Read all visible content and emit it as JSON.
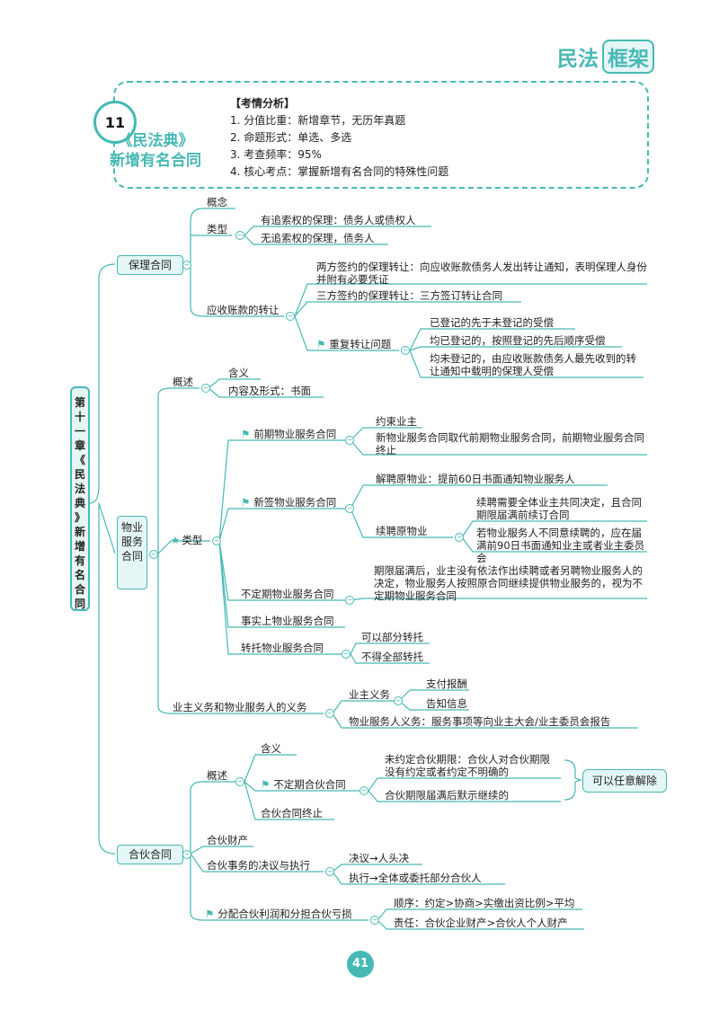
{
  "header": {
    "brand_text": "民法",
    "brand_box": "框架",
    "badge_number": "11",
    "title_line1": "《民法典》",
    "title_line2": "新增有名合同"
  },
  "analysis": {
    "heading": "【考情分析】",
    "items": [
      "1. 分值比重：新增章节，无历年真题",
      "2. 命题形式：单选、多选",
      "3. 考查频率：95%",
      "4. 核心考点：掌握新增有名合同的特殊性问题"
    ]
  },
  "root": {
    "chars": [
      "第",
      "十",
      "一",
      "章",
      "《",
      "民",
      "法",
      "典",
      "》",
      "新",
      "增",
      "有",
      "名",
      "合",
      "同"
    ]
  },
  "baoli": {
    "title": "保理合同",
    "gainian": "概念",
    "leixing": "类型",
    "lx1": "有追索权的保理：债务人或债权人",
    "lx2": "无追索权的保理，债务人",
    "zhuanrang": "应收账款的转让",
    "zr1": "两方签约的保理转让：向应收账款债务人发出转让通知，表明保理人身份并附有必要凭证",
    "zr2": "三方签约的保理转让：三方签订转让合同",
    "chongfu": "重复转让问题",
    "cf1": "已登记的先于未登记的受偿",
    "cf2": "均已登记的，按照登记的先后顺序受偿",
    "cf3": "均未登记的，由应收账款债务人最先收到的转让通知中载明的保理人受偿"
  },
  "wuye": {
    "title": "物业服务合同",
    "gaishu": "概述",
    "hanyi": "含义",
    "neirong": "内容及形式：书面",
    "leixing": "类型",
    "qianqi": "前期物业服务合同",
    "qq1": "约束业主",
    "qq2": "新物业服务合同取代前期物业服务合同，前期物业服务合同终止",
    "xinqian": "新签物业服务合同",
    "xq1": "解聘原物业：提前60日书面通知物业服务人",
    "xupin": "续聘原物业",
    "xp1": "续聘需要全体业主共同决定，且合同期限届满前续订合同",
    "xp2": "若物业服务人不同意续聘的，应在届满前90日书面通知业主或者业主委员会",
    "budingqi": "不定期物业服务合同",
    "bdq1": "期限届满后，业主没有依法作出续聘或者另聘物业服务人的决定，物业服务人按照原合同继续提供物业服务的，视为不定期物业服务合同",
    "shishi": "事实上物业服务合同",
    "zhuantuo": "转托物业服务合同",
    "zt1": "可以部分转托",
    "zt2": "不得全部转托",
    "yiwu": "业主义务和物业服务人的义务",
    "yezhu": "业主义务",
    "yz1": "支付报酬",
    "yz2": "告知信息",
    "fuwuren": "物业服务人义务：服务事项等向业主大会/业主委员会报告"
  },
  "hehuo": {
    "title": "合伙合同",
    "gaishu": "概述",
    "hanyi": "含义",
    "budingqi": "不定期合伙合同",
    "bd1": "未约定合伙期限：合伙人对合伙期限没有约定或者约定不明确的",
    "bd2": "合伙期限届满后默示继续的",
    "pill": "可以任意解除",
    "zhongzhi": "合伙合同终止",
    "caichan": "合伙财产",
    "juece": "合伙事务的决议与执行",
    "jc1": "决议→人头决",
    "jc2": "执行→全体或委托部分合伙人",
    "fenpei": "分配合伙利润和分担合伙亏损",
    "fp1": "顺序：约定>协商>实缴出资比例>平均",
    "fp2": "责任：合伙企业财产>合伙人个人财产"
  },
  "page_number": "41",
  "colors": {
    "accent": "#47b9b5",
    "fill": "#e4f6f5",
    "text": "#222222"
  }
}
